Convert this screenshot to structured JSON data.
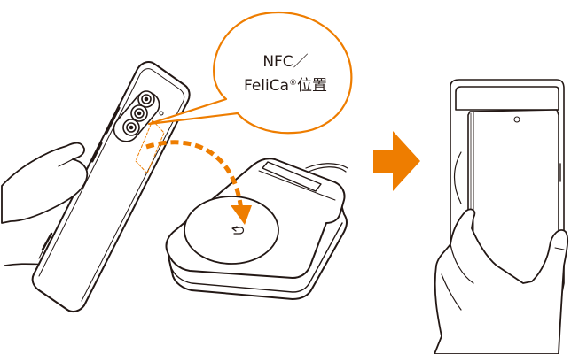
{
  "diagram": {
    "title": "NFC/FeliCa tap illustration",
    "callout": {
      "line1": "NFC／",
      "line2_prefix": "FeliCa",
      "registered_mark": "®",
      "line2_suffix": "位置"
    },
    "steps": [
      {
        "label": "Hold phone's NFC/FeliCa area over reader"
      },
      {
        "label": "Phone held upright in hand"
      }
    ],
    "icons": [
      "phone-back-icon",
      "nfc-reader-icon",
      "arrow-right-icon",
      "phone-front-icon",
      "hand-icon",
      "nfc-mark-icon"
    ],
    "colors": {
      "accent": "#EE7D00",
      "stroke": "#231815",
      "fill": "#ffffff"
    }
  }
}
